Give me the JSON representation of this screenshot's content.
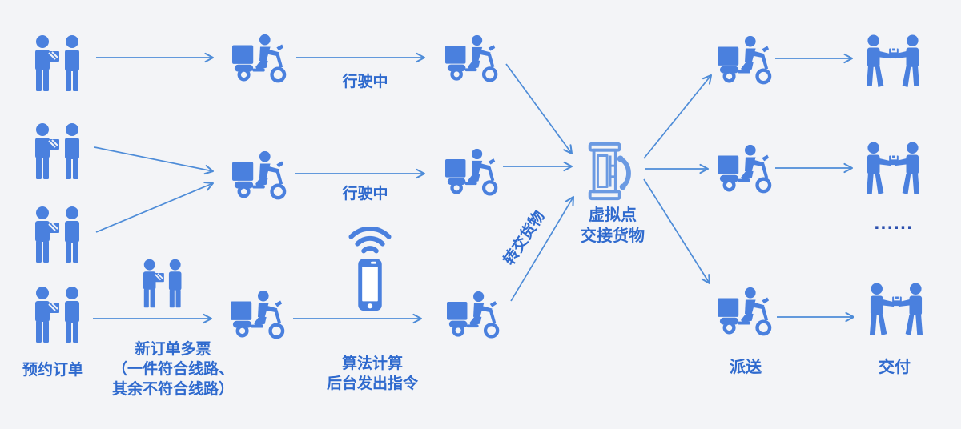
{
  "colors": {
    "bg": "#f3f4f7",
    "icon": "#4a80de",
    "arrow": "#4e8cd8",
    "text": "#2f6ace",
    "hub": "#6b9ae2",
    "dots": "#2b4fae"
  },
  "labels": {
    "reserve_order": "预约订单",
    "new_order": [
      "新订单多票",
      "（一件符合线路、",
      "其余不符合线路）"
    ],
    "driving_top": "行驶中",
    "driving_mid": "行驶中",
    "algorithm": [
      "算法计算",
      "后台发出指令"
    ],
    "transfer_goods": "转交货物",
    "virtual_point": [
      "虚拟点",
      "交接货物"
    ],
    "dispatch": "派送",
    "deliver": "交付",
    "ellipsis": "......"
  },
  "icons": {
    "customer_pair": "two-people-with-package",
    "new_order_pair": "two-people-with-package",
    "rider": "delivery-scooter-rider",
    "phone": "smartphone-with-signal-waves",
    "hub": "phone-booth-virtual-point",
    "handover_pair": "two-people-exchanging-package",
    "ellipsis": "continuation-dots"
  }
}
